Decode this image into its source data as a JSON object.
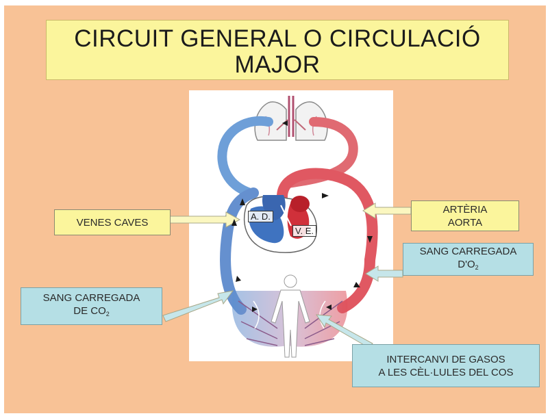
{
  "title": {
    "line1": "CIRCUIT GENERAL O CIRCULACIÓ",
    "line2": "MAJOR"
  },
  "labels": {
    "venes_caves": "VENES CAVES",
    "arteria_l1": "ARTÈRIA",
    "arteria_l2": "AORTA",
    "o2_l1": "SANG CARREGADA",
    "o2_l2": "D'O",
    "o2_sub": "2",
    "co2_l1": "SANG CARREGADA",
    "co2_l2": "DE CO",
    "co2_sub": "2",
    "gas_l1": "INTERCANVI DE GASOS",
    "gas_l2": "A LES CÈL·LULES DEL COS",
    "ad": "A. D.",
    "ve": "V. E."
  },
  "colors": {
    "background": "#f8c296",
    "title_box": "#fbf59c",
    "label_cyan": "#b5dfe5",
    "oxygenated": "#e0505a",
    "deoxygenated": "#5b8fd0"
  }
}
